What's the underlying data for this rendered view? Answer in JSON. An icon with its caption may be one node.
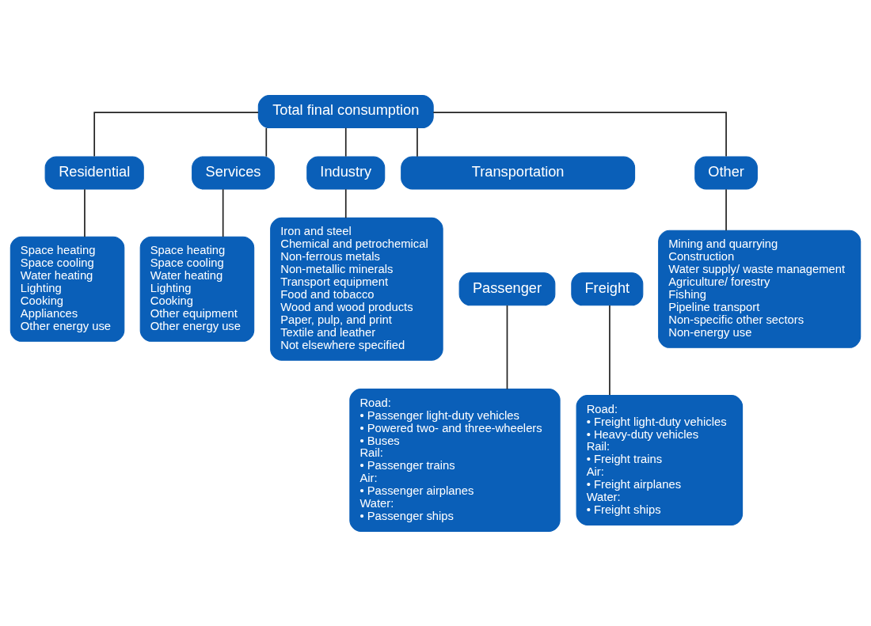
{
  "diagram": {
    "nodes": [
      {
        "text": [
          "Total final consumption"
        ]
      },
      {
        "text": [
          "Residential"
        ]
      },
      {
        "text": [
          "Services"
        ]
      },
      {
        "text": [
          "Industry"
        ]
      },
      {
        "text": [
          "Transportation"
        ]
      },
      {
        "text": [
          "Other"
        ]
      },
      {
        "text": [
          "Passenger"
        ]
      },
      {
        "text": [
          "Freight"
        ]
      },
      {
        "text": [
          "Space heating",
          "Space cooling",
          "Water heating",
          "Lighting",
          "Cooking",
          "Appliances",
          "Other energy use"
        ]
      },
      {
        "text": [
          "Space heating",
          "Space cooling",
          "Water heating",
          "Lighting",
          "Cooking",
          "Other equipment",
          "Other energy use"
        ]
      },
      {
        "text": [
          "Iron and steel",
          "Chemical and petrochemical",
          "Non-ferrous metals",
          "Non-metallic minerals",
          "Transport equipment",
          "Food and tobacco",
          "Wood and wood products",
          "Paper, pulp, and print",
          "Textile and leather",
          "Not elsewhere specified"
        ]
      },
      {
        "text": [
          "Road:",
          "• Passenger light-duty vehicles",
          "• Powered two- and three-wheelers",
          "• Buses",
          "Rail:",
          "• Passenger trains",
          "Air:",
          "• Passenger airplanes",
          "Water:",
          "• Passenger ships"
        ]
      },
      {
        "text": [
          "Road:",
          "• Freight light-duty vehicles",
          "• Heavy-duty vehicles",
          "Rail:",
          "• Freight trains",
          "Air:",
          "• Freight airplanes",
          "Water:",
          "• Freight ships"
        ]
      },
      {
        "text": [
          "Mining and quarrying",
          "Construction",
          "Water supply/ waste management",
          "Agriculture/ forestry",
          "Fishing",
          "Pipeline transport",
          "Non-specific other sectors",
          "Non-energy use"
        ]
      }
    ],
    "edges": [
      {
        "from": 0,
        "to": 1,
        "arrow": "none"
      },
      {
        "from": 0,
        "to": 2,
        "arrow": "none"
      },
      {
        "from": 0,
        "to": 3,
        "arrow": "none"
      },
      {
        "from": 0,
        "to": 4,
        "arrow": "none"
      },
      {
        "from": 0,
        "to": 5,
        "arrow": "none"
      },
      {
        "from": 1,
        "to": 8,
        "arrow": "none"
      },
      {
        "from": 2,
        "to": 9,
        "arrow": "none"
      },
      {
        "from": 3,
        "to": 10,
        "arrow": "none"
      },
      {
        "from": 6,
        "to": 11,
        "arrow": "none"
      },
      {
        "from": 7,
        "to": 12,
        "arrow": "none"
      },
      {
        "from": 5,
        "to": 13,
        "arrow": "none"
      }
    ]
  }
}
